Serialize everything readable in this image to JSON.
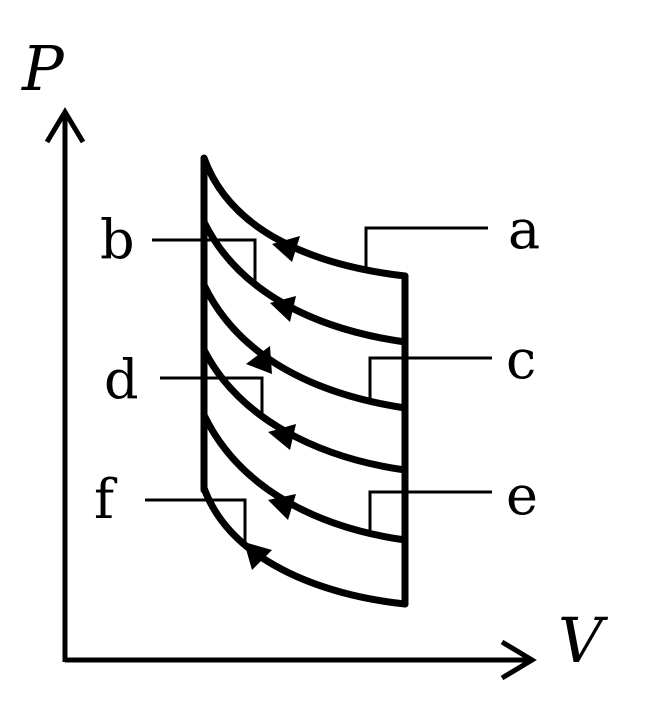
{
  "axes": {
    "y_label": "P",
    "x_label": "V"
  },
  "curves": {
    "a": {
      "label": "a"
    },
    "b": {
      "label": "b"
    },
    "c": {
      "label": "c"
    },
    "d": {
      "label": "d"
    },
    "e": {
      "label": "e"
    },
    "f": {
      "label": "f"
    }
  },
  "colors": {
    "stroke": "#000000",
    "background": "#ffffff"
  }
}
